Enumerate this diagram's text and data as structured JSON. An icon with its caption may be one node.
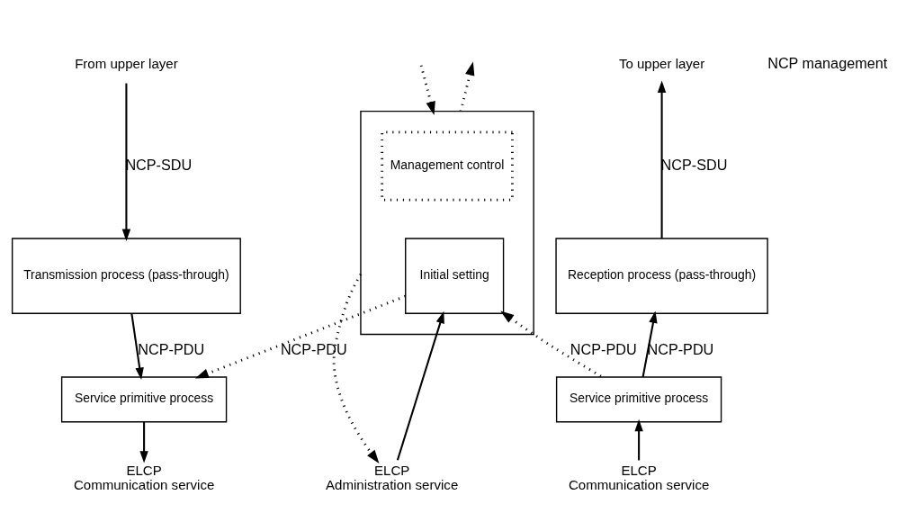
{
  "diagram": {
    "nodes": [
      {
        "text": [
          "To upper layer"
        ]
      },
      {
        "text": [
          "Reception process (pass-through)"
        ]
      },
      {
        "text": [
          "Service primitive process"
        ]
      },
      {
        "text": [
          "ELCP",
          "Communication service"
        ]
      },
      {
        "text": [],
        "shape": "box"
      },
      {
        "text": [
          "Management control"
        ],
        "in": 4
      },
      {
        "text": [
          "Initial setting"
        ],
        "in": 4
      },
      {
        "text": [
          "ELCP",
          "Administration service"
        ]
      },
      {
        "text": [
          "From upper layer"
        ]
      },
      {
        "text": [
          "Transmission process (pass-through)"
        ]
      },
      {
        "text": [
          "Service primitive process"
        ]
      },
      {
        "text": [
          "ELCP",
          "Communication service"
        ]
      }
    ],
    "edges": [
      {
        "from": 1,
        "to": 0,
        "arrow": "to",
        "label": "NCP-SDU"
      },
      {
        "from": 2,
        "to": 1,
        "arrow": "to",
        "label": "NCP-PDU"
      },
      {
        "from": 3,
        "to": 2,
        "arrow": "to"
      },
      {
        "from": 2,
        "to": 6,
        "arrow": "to",
        "label": "NCP-PDU",
        "style": "dashed"
      },
      {
        "from": null,
        "to": 4,
        "arrow": "to",
        "style": "dashed"
      },
      {
        "from": 4,
        "to": null,
        "arrow": "to",
        "style": "dashed"
      },
      {
        "from": 4,
        "to": 7,
        "arrow": "to",
        "style": "dashed"
      },
      {
        "from": 7,
        "to": 6,
        "arrow": "to"
      },
      {
        "from": 6,
        "to": 10,
        "arrow": "to",
        "label": "NCP-PDU",
        "style": "dashed"
      },
      {
        "from": 8,
        "to": 9,
        "arrow": "to",
        "label": "NCP-SDU"
      },
      {
        "from": 9,
        "to": 10,
        "arrow": "to",
        "label": "NCP-PDU"
      },
      {
        "from": 10,
        "to": 11,
        "arrow": "to"
      }
    ],
    "labels": [
      "NCP management"
    ]
  }
}
